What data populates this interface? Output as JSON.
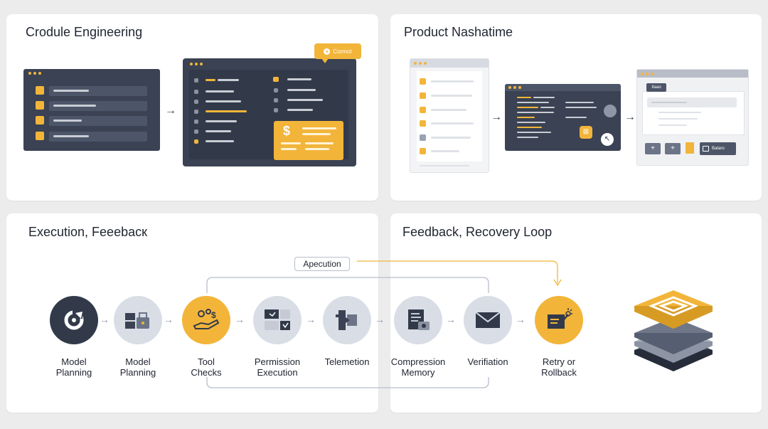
{
  "panels": {
    "top_left_title": "Crodule Engineering",
    "top_right_title": "Product Nashatime",
    "bottom_left_title": "Execution, Feeebacк",
    "bottom_right_title": "Feedback, Recovery Loop"
  },
  "top_left": {
    "comment_label": "Cormot",
    "dollar_symbol": "$"
  },
  "top_right": {
    "dialog_header": "Itaao",
    "footer_button": "Bataro"
  },
  "flow": {
    "loop_label": "Apecution",
    "nodes": [
      {
        "label_1": "Model",
        "label_2": "Planning",
        "icon": "refresh-arrow-icon"
      },
      {
        "label_1": "Model",
        "label_2": "Planning",
        "icon": "toolbox-icon"
      },
      {
        "label_1": "Tool",
        "label_2": "Checks",
        "icon": "hand-coins-icon"
      },
      {
        "label_1": "Permission",
        "label_2": "Execution",
        "icon": "permission-cards-icon"
      },
      {
        "label_1": "Telemetion",
        "label_2": "",
        "icon": "puzzle-icon"
      },
      {
        "label_1": "Compression",
        "label_2": "Memory",
        "icon": "document-disk-icon"
      },
      {
        "label_1": "Verifiation",
        "label_2": "",
        "icon": "envelope-icon"
      },
      {
        "label_1": "Retry or",
        "label_2": "Rollback",
        "icon": "spark-folder-icon"
      }
    ]
  },
  "colors": {
    "accent": "#f2b53a",
    "dark": "#323a4a",
    "node_gray": "#d9dde5"
  }
}
